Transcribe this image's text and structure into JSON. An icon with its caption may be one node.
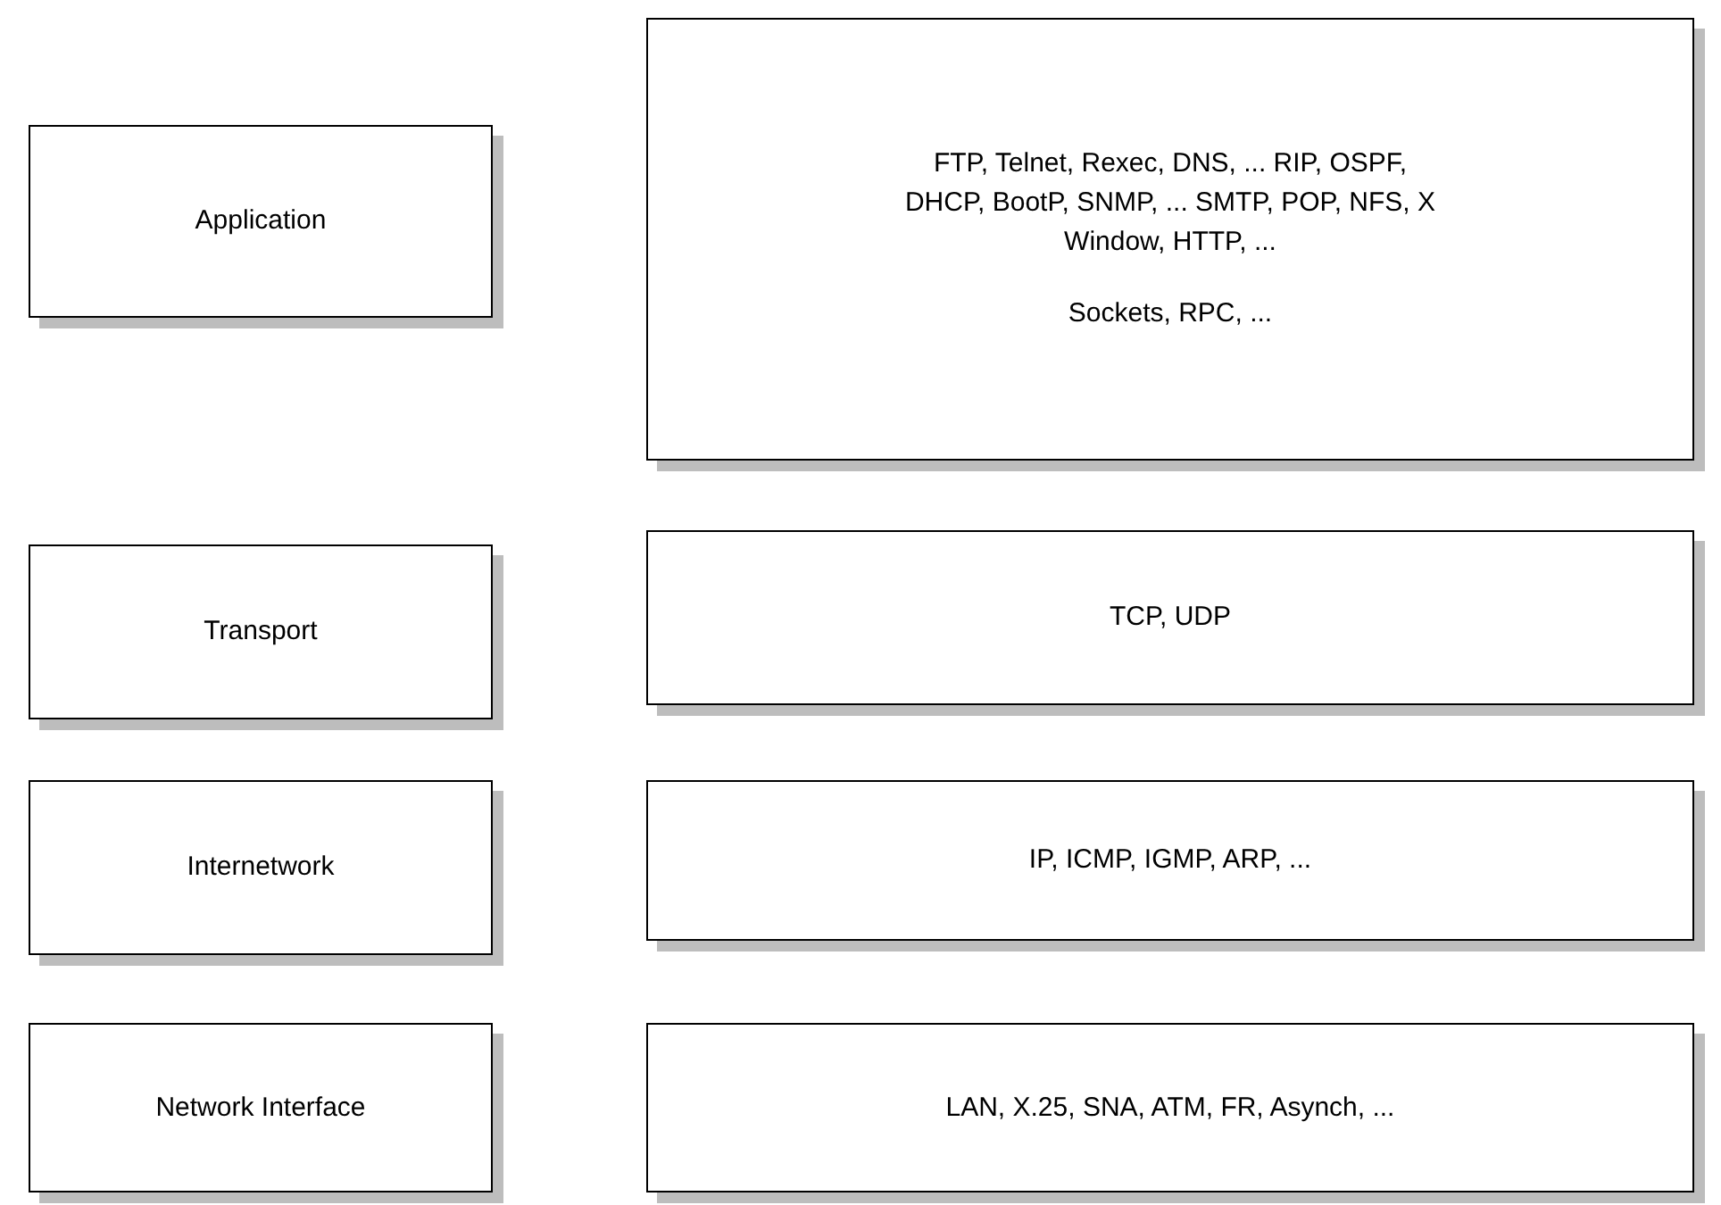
{
  "diagram": {
    "nodes": [
      {
        "text": [
          "Application"
        ]
      },
      {
        "text": [
          "FTP, Telnet, Rexec, DNS, ... RIP, OSPF, DHCP, BootP, SNMP, ... SMTP, POP, NFS, X Window, HTTP, ...",
          "Sockets, RPC, ..."
        ]
      },
      {
        "text": [
          "Transport"
        ]
      },
      {
        "text": [
          "TCP, UDP"
        ]
      },
      {
        "text": [
          "Internetwork"
        ]
      },
      {
        "text": [
          "IP, ICMP, IGMP, ARP, ..."
        ]
      },
      {
        "text": [
          "Network Interface"
        ]
      },
      {
        "text": [
          "LAN, X.25, SNA, ATM, FR, Asynch, ..."
        ]
      }
    ]
  }
}
